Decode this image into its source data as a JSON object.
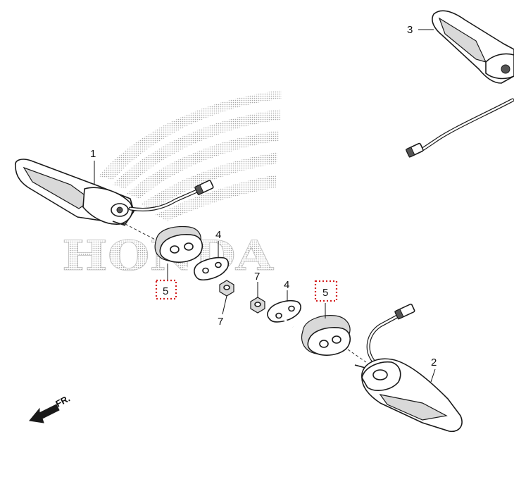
{
  "callouts": [
    {
      "id": "1",
      "label": "1"
    },
    {
      "id": "2",
      "label": "2"
    },
    {
      "id": "3",
      "label": "3"
    },
    {
      "id": "4a",
      "label": "4"
    },
    {
      "id": "4b",
      "label": "4"
    },
    {
      "id": "5a",
      "label": "5"
    },
    {
      "id": "5b",
      "label": "5"
    },
    {
      "id": "7a",
      "label": "7"
    },
    {
      "id": "7b",
      "label": "7"
    }
  ],
  "watermark": {
    "text": "HONDA"
  },
  "direction": {
    "label": "FR."
  },
  "colors": {
    "highlight": "#d42020",
    "line": "#1a1a1a",
    "watermark": "#bdbdbd"
  }
}
